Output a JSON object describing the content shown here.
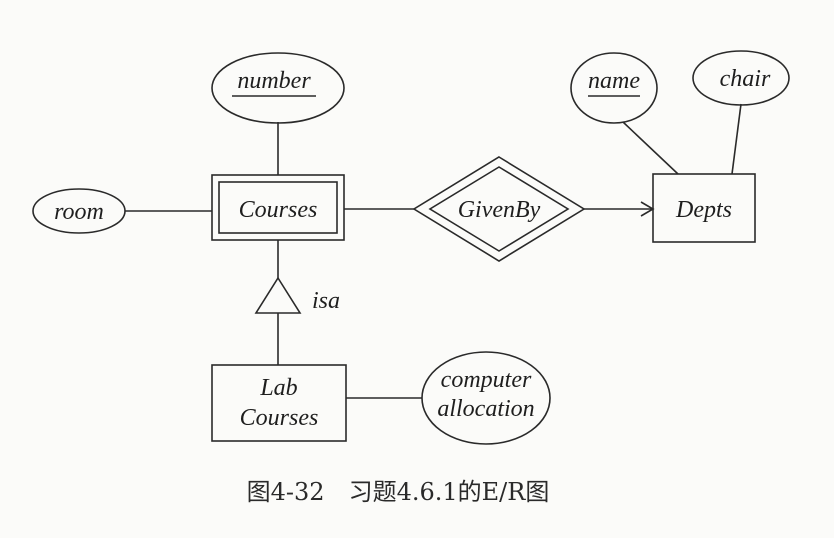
{
  "diagram": {
    "entities": {
      "courses": "Courses",
      "depts": "Depts",
      "lab_courses_line1": "Lab",
      "lab_courses_line2": "Courses"
    },
    "relationships": {
      "given_by": "GivenBy",
      "isa": "isa"
    },
    "attributes": {
      "number": "number",
      "room": "room",
      "name": "name",
      "chair": "chair",
      "computer_allocation_line1": "computer",
      "computer_allocation_line2": "allocation"
    }
  },
  "caption": "图4-32　习题4.6.1的E/R图"
}
